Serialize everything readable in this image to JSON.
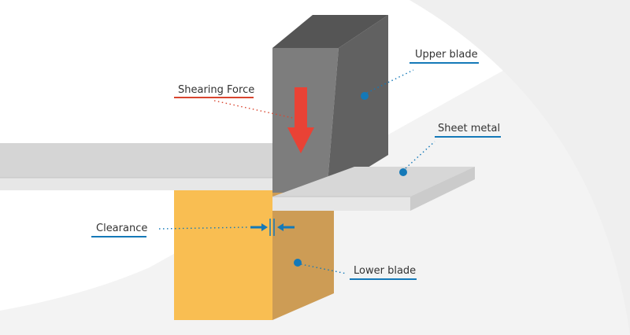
{
  "labels": {
    "upper_blade": "Upper blade",
    "shearing_force": "Shearing Force",
    "sheet_metal": "Sheet metal",
    "clearance": "Clearance",
    "lower_blade": "Lower blade"
  },
  "colors": {
    "upper_blade_front": "#7b7b7b",
    "upper_blade_side": "#5e5e5e",
    "upper_blade_top": "#4f4f4f",
    "sheet_top": "#d6d6d6",
    "sheet_front": "#e6e6e6",
    "lower_blade_front": "#f9be52",
    "lower_blade_side": "#cd9c55",
    "force_arrow": "#e94235",
    "force_underline": "#d9452f",
    "callout_blue": "#1479b8",
    "label_text": "#333333",
    "background_swoosh": "#f2f2f2"
  }
}
